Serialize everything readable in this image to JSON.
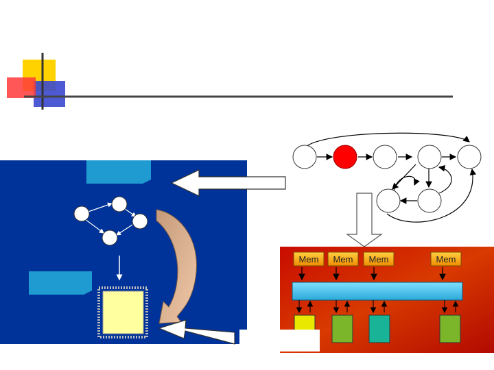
{
  "slide": {
    "title": "",
    "accent_colors": {
      "yellow": "#ffd200",
      "red": "#ff3030",
      "blue": "#2c3ec8",
      "panel_navy": "#003399",
      "panel_red": "#c41000",
      "cyan_box": "#1f9bd1",
      "memory_yellow": "#ffb400",
      "chip_fill": "#ffffa0",
      "bus_cyan": "#5ccdf0"
    }
  },
  "task_graph": {
    "node_count": 7,
    "highlighted_node_color": "#ff0000"
  },
  "architecture": {
    "memory_labels": [
      "Mem",
      "Mem",
      "Mem",
      "Mem"
    ],
    "processor_colors": [
      "#e8e800",
      "#7ab52a",
      "#19b497",
      "#7ab52a"
    ]
  },
  "left_panel": {
    "small_graph_nodes": 4
  }
}
